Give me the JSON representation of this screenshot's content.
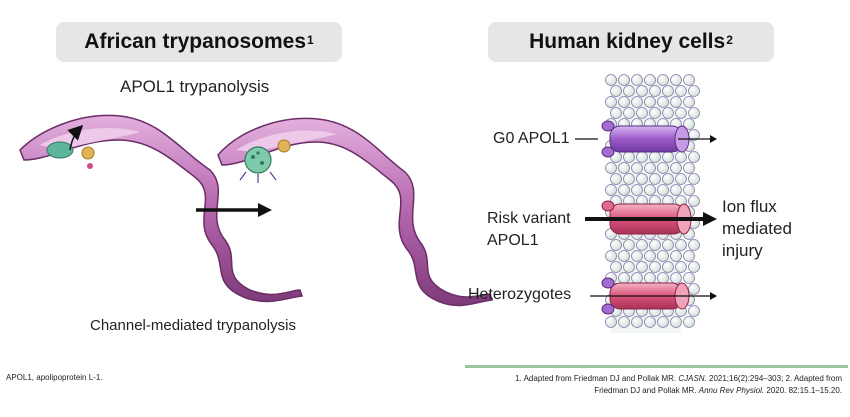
{
  "left_panel": {
    "title": "African trypanosomes",
    "title_ref": "1",
    "subtitle": "APOL1 trypanolysis",
    "caption": "Channel-mediated trypanolysis"
  },
  "right_panel": {
    "title": "Human kidney cells",
    "title_ref": "2",
    "labels": {
      "g0": "G0 APOL1",
      "risk_line1": "Risk variant",
      "risk_line2": "APOL1",
      "heterozygotes": "Heterozygotes",
      "ion_line1": "Ion flux",
      "ion_line2": "mediated",
      "ion_line3": "injury"
    }
  },
  "footnotes": {
    "abbreviation": "APOL1, apolipoprotein L-1.",
    "ref1_pre": "1. Adapted from Friedman DJ and Pollak MR. ",
    "ref1_journal": "CJASN.",
    "ref1_post": " 2021;16(2):294–303; 2. Adapted from",
    "ref2_pre": "Friedman DJ and Pollak MR. ",
    "ref2_journal": "Annu Rev Physiol.",
    "ref2_post": " 2020. 82:15.1–15.20."
  },
  "colors": {
    "trypanosome_body": "#b05aa8",
    "trypanosome_light": "#e8b9e2",
    "channel_purple": "#9b59c9",
    "channel_pink": "#d9537a",
    "membrane_head": "#eef4f0",
    "membrane_outline": "#8a7bb0",
    "pill_bg": "#e6e6e6",
    "footer_rule": "#9dc59d"
  }
}
